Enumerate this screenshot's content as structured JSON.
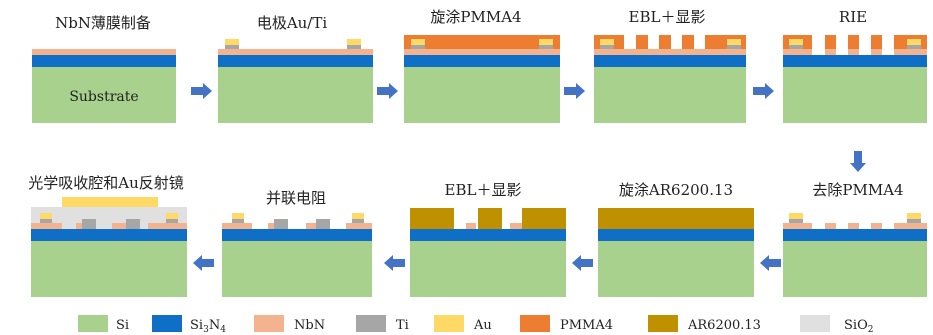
{
  "colors": {
    "si": "#a8d18d",
    "si3n4": "#0f6fc6",
    "nbn": "#f3b38e",
    "ti": "#a6a6a6",
    "au": "#ffd966",
    "pmma4": "#ed7d31",
    "ar": "#bf9000",
    "sio2": "#e0e0e0",
    "arrow": "#4472c4"
  },
  "steps": [
    {
      "id": "s1",
      "label": "NbN薄膜制备",
      "inner_label": "Substrate"
    },
    {
      "id": "s2",
      "label": "电极Au/Ti"
    },
    {
      "id": "s3",
      "label": "旋涂PMMA4"
    },
    {
      "id": "s4",
      "label": "EBL＋显影"
    },
    {
      "id": "s5",
      "label": "RIE"
    },
    {
      "id": "s6",
      "label": "去除PMMA4"
    },
    {
      "id": "s7",
      "label": "旋涂AR6200.13"
    },
    {
      "id": "s8",
      "label": "EBL＋显影"
    },
    {
      "id": "s9",
      "label": "并联电阻"
    },
    {
      "id": "s10",
      "label": "光学吸收腔和Au反射镜"
    }
  ],
  "legend": [
    {
      "key": "si",
      "label": "Si"
    },
    {
      "key": "si3n4",
      "label": "Si",
      "sub": "3",
      "label2": "N",
      "sub2": "4"
    },
    {
      "key": "nbn",
      "label": "NbN"
    },
    {
      "key": "ti",
      "label": "Ti"
    },
    {
      "key": "au",
      "label": "Au"
    },
    {
      "key": "pmma4",
      "label": "PMMA4"
    },
    {
      "key": "ar",
      "label": "AR6200.13"
    },
    {
      "key": "sio2",
      "label": "SiO",
      "sub": "2"
    }
  ]
}
